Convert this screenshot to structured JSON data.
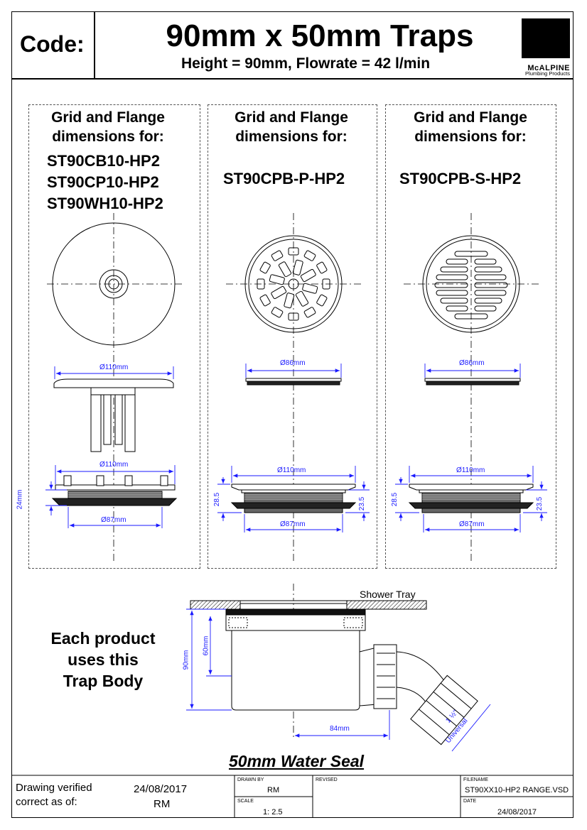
{
  "header": {
    "code_label": "Code:",
    "title": "90mm x 50mm Traps",
    "subtitle": "Height = 90mm, Flowrate = 42 l/min",
    "logo_brand": "McALPINE",
    "logo_tagline": "Plumbing Products"
  },
  "panels": [
    {
      "heading_line1": "Grid and Flange",
      "heading_line2": "dimensions for:",
      "codes": [
        "ST90CB10-HP2",
        "ST90CP10-HP2",
        "ST90WH10-HP2"
      ],
      "grid_diameter": "Ø110mm",
      "flange_diameter": "Ø110mm",
      "thread_diameter": "Ø87mm",
      "height": "24mm"
    },
    {
      "heading_line1": "Grid and Flange",
      "heading_line2": "dimensions for:",
      "codes": [
        "ST90CPB-P-HP2"
      ],
      "grid_diameter": "Ø86mm",
      "flange_diameter": "Ø110mm",
      "thread_diameter": "Ø87mm",
      "height_left": "28.5",
      "height_right": "23.5"
    },
    {
      "heading_line1": "Grid and Flange",
      "heading_line2": "dimensions for:",
      "codes": [
        "ST90CPB-S-HP2"
      ],
      "grid_diameter": "Ø86mm",
      "flange_diameter": "Ø110mm",
      "thread_diameter": "Ø87mm",
      "height_left": "28.5",
      "height_right": "23.5"
    }
  ],
  "trap_body": {
    "side_text": [
      "Each product",
      "uses this",
      "Trap Body"
    ],
    "tray_label": "Shower Tray",
    "height_total": "90mm",
    "height_inner": "60mm",
    "outlet_offset": "84mm",
    "outlet_size_line1": "1 ½\"",
    "outlet_size_line2": "Universal",
    "water_seal": "50mm Water Seal"
  },
  "title_block": {
    "verified_line1": "Drawing verified",
    "verified_line2": "correct as of:",
    "verified_date": "24/08/2017",
    "verified_by": "RM",
    "drawn_by_label": "DRAWN BY",
    "drawn_by": "RM",
    "scale_label": "SCALE",
    "scale": "1: 2.5",
    "revised_label": "REVISED",
    "filename_label": "FILENAME",
    "filename": "ST90XX10-HP2 RANGE.VSD",
    "date_label": "DATE",
    "date": "24/08/2017"
  }
}
